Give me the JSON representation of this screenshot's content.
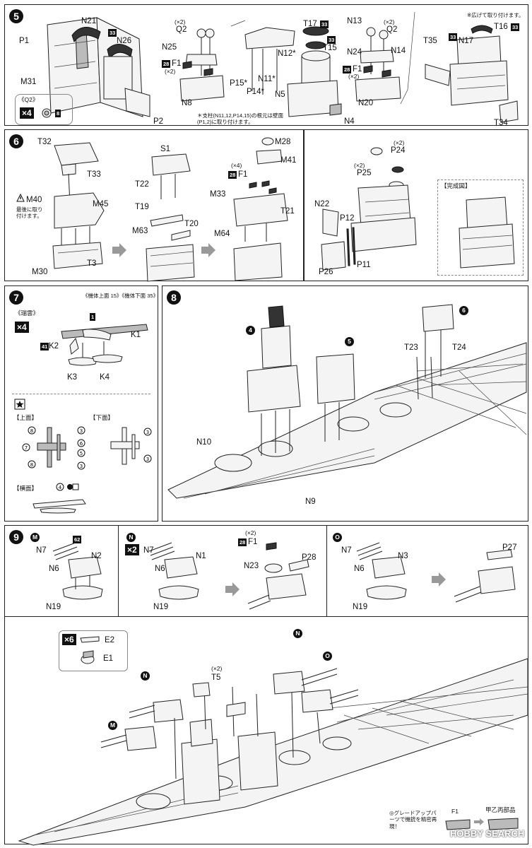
{
  "steps": {
    "s5": {
      "number": "5",
      "labels": {
        "P1": "P1",
        "N21": "N21",
        "N26": "N26",
        "M31": "M31",
        "P2": "P2",
        "Q2a": "Q2",
        "Q2x2a": "(×2)",
        "N25": "N25",
        "F1a": "F1",
        "F1x2a": "(×2)",
        "N8": "N8",
        "P15": "P15*",
        "P14": "P14*",
        "N11": "N11*",
        "N12": "N12*",
        "N5": "N5",
        "T17": "T17",
        "T15": "T15",
        "N4": "N4",
        "N13": "N13",
        "Q2b": "Q2",
        "Q2x2b": "(×2)",
        "N24": "N24",
        "N14": "N14",
        "F1b": "F1",
        "F1x2b": "(×2)",
        "N20": "N20",
        "T35": "T35",
        "N17": "N17",
        "T16": "T16",
        "T34": "T34"
      },
      "q2box": {
        "title": "《Q2》",
        "mult": "×4",
        "num": "8"
      },
      "note": "＊支柱(N11,12,P14,15)の根元は壁面(P1,2)に取り付けます。",
      "note2": "※広げて取り付けます。",
      "tags": {
        "t33": "33",
        "t28": "28"
      }
    },
    "s6": {
      "number": "6",
      "labels": {
        "T32": "T32",
        "T33": "T33",
        "M40": "M40",
        "warn": "最後に取り付けます。",
        "M45": "M45",
        "M30": "M30",
        "T3": "T3",
        "S1": "S1",
        "T22": "T22",
        "T19": "T19",
        "M63": "M63",
        "T20": "T20",
        "M28": "M28",
        "M41": "M41",
        "F1": "F1",
        "x4": "(×4)",
        "M33": "M33",
        "T21": "T21",
        "M64": "M64",
        "P24": "P24",
        "P24x": "(×2)",
        "P25": "P25",
        "P25x": "(×2)",
        "N22": "N22",
        "P12": "P12",
        "P11": "P11",
        "P26": "P26",
        "done": "【完成図】"
      }
    },
    "s7": {
      "number": "7",
      "topnote": "《機体上面 15》《機体下面 35》",
      "name": "《瑞雲》",
      "mult": "×4",
      "labels": {
        "K1": "K1",
        "K2": "K2",
        "K3": "K3",
        "K4": "K4",
        "top": "【上面】",
        "bottom": "【下面】",
        "side": "【横面】"
      },
      "tag1": "1",
      "tag41": "41"
    },
    "s8": {
      "number": "8",
      "labels": {
        "c4": "4",
        "c5": "5",
        "c6": "6",
        "T23": "T23",
        "T24": "T24",
        "N10": "N10",
        "N9": "N9"
      }
    },
    "s9": {
      "number": "9",
      "tag62": "62",
      "groups": {
        "M": {
          "circle": "M",
          "N7": "N7",
          "N6": "N6",
          "turret": "N2",
          "base": "N19"
        },
        "N": {
          "circle": "N",
          "mult": "×2",
          "N7": "N7",
          "N6": "N6",
          "turret": "N1",
          "base": "N19",
          "F1": "F1",
          "F1x": "(×2)",
          "N23": "N23",
          "P28": "P28"
        },
        "O": {
          "circle": "O",
          "N7": "N7",
          "N6": "N6",
          "turret": "N3",
          "base": "N19",
          "P27": "P27"
        }
      },
      "aa": {
        "mult": "×6",
        "E2": "E2",
        "E1": "E1",
        "T5": "T5",
        "T5x": "(×2)"
      },
      "footer": {
        "text": "◎グレードアップパーツで機銃を精密再現！",
        "F1": "F1",
        "kou": "甲乙丙部品"
      }
    }
  },
  "watermark": "HOBBY SEARCH"
}
